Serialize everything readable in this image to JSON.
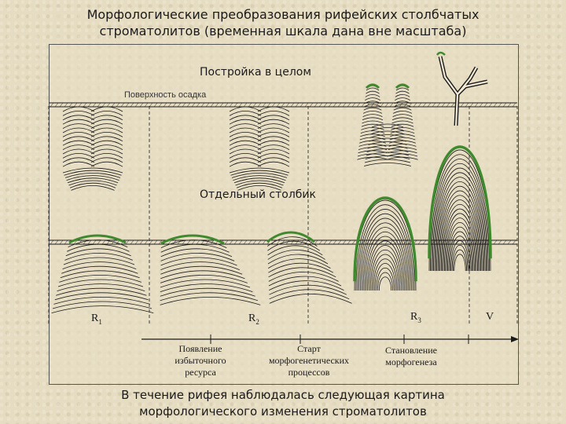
{
  "title": [
    "Морфологические преобразования рифейских столбчатых",
    "строматолитов (временная шкала дана вне масштаба)"
  ],
  "sections": {
    "whole": "Постройка в целом",
    "sediment": "Поверхность осадка",
    "single": "Отдельный столбик"
  },
  "periods": [
    {
      "base": "R",
      "sub": "1"
    },
    {
      "base": "R",
      "sub": "2"
    },
    {
      "base": "R",
      "sub": "3"
    },
    {
      "base": "V",
      "sub": ""
    }
  ],
  "notes": [
    [
      "Появление",
      "избыточного",
      "ресурса"
    ],
    [
      "Старт",
      "морфогенетических",
      "процессов"
    ],
    [
      "Становление",
      "морфогенеза"
    ]
  ],
  "footer": [
    "В течение рифея наблюдалась следующая картина",
    "морфологического изменения строматолитов"
  ],
  "colors": {
    "accent_green": "#3f8a2e",
    "line": "#1a1a1a"
  }
}
